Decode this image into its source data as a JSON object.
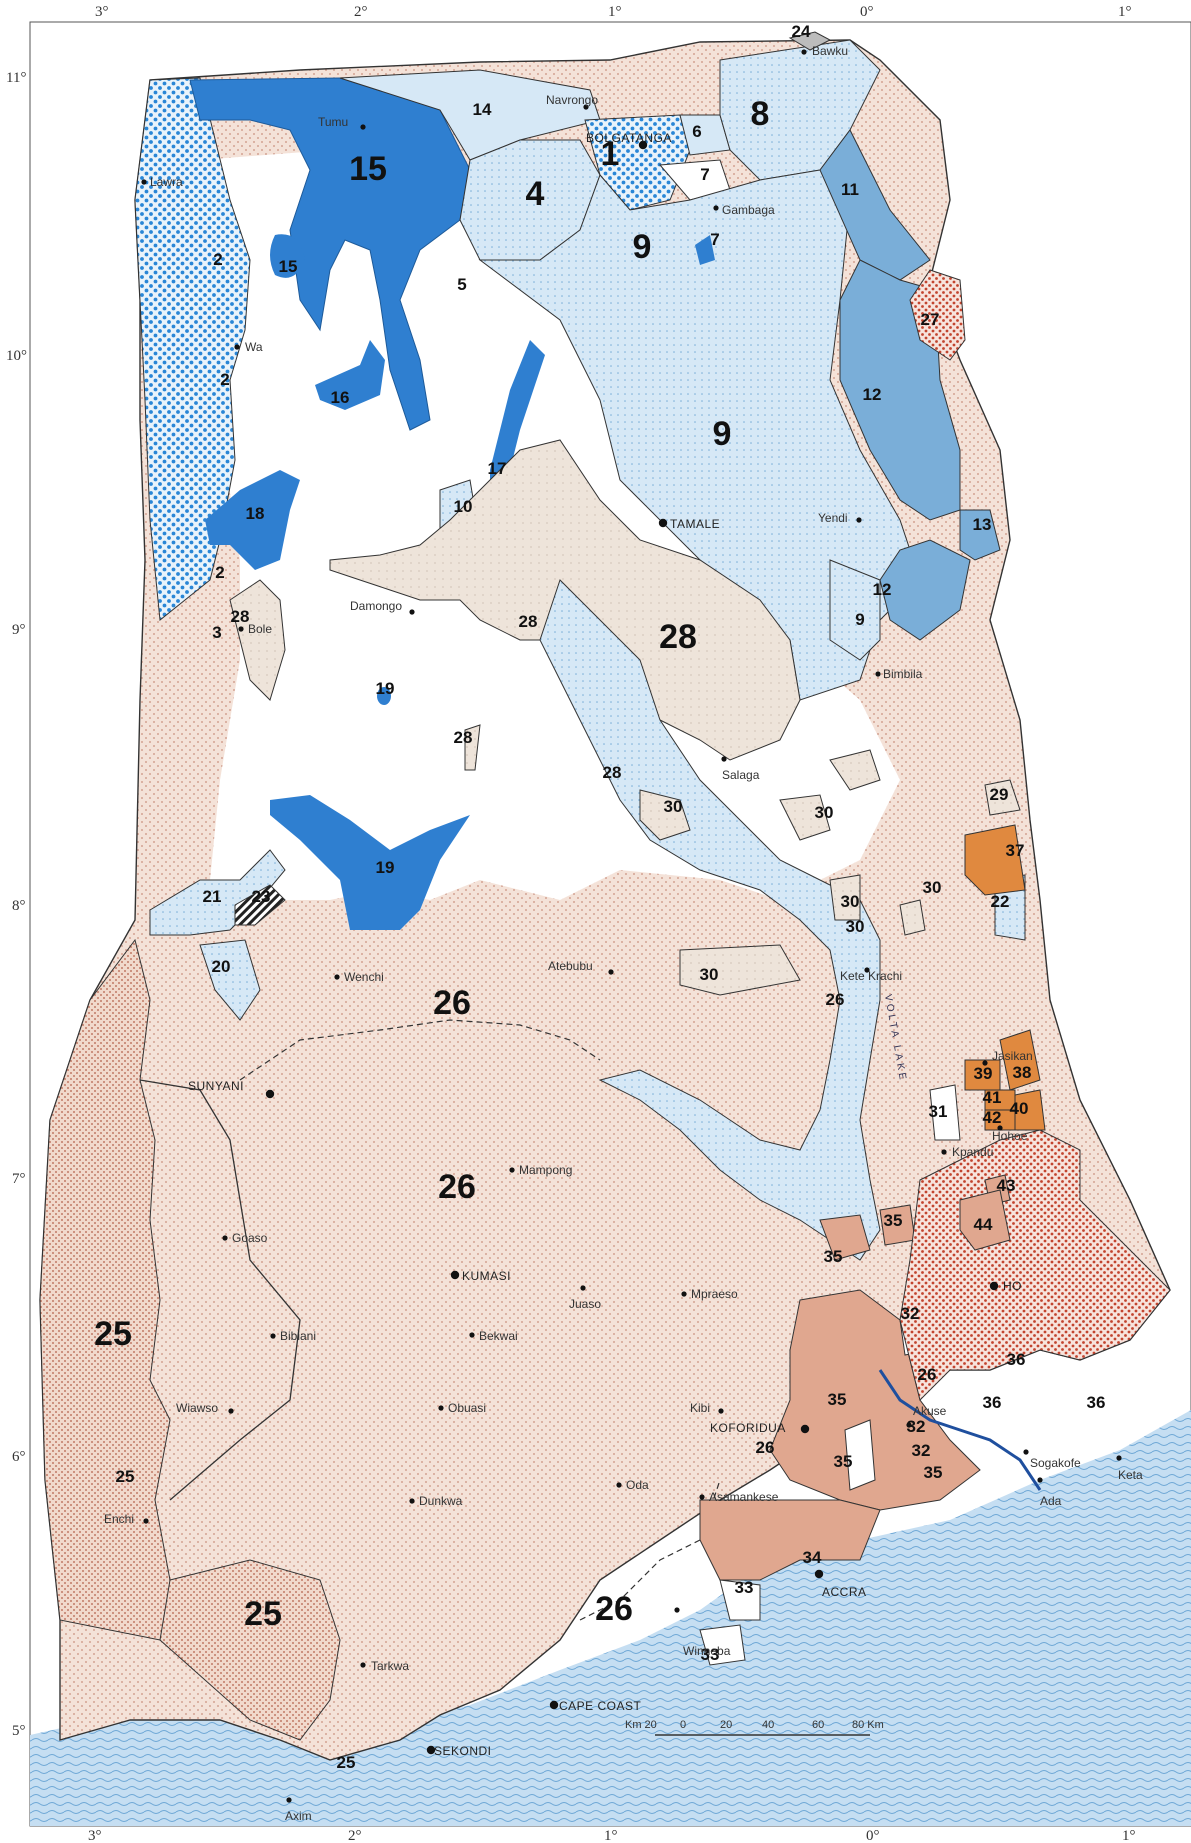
{
  "degree_labels": {
    "top": [
      "3°",
      "2°",
      "1°",
      "0°",
      "1°"
    ],
    "bottom": [
      "3°",
      "2°",
      "1°",
      "0°",
      "1°"
    ],
    "left": [
      "11°",
      "10°",
      "9°",
      "8°",
      "7°",
      "6°",
      "5°"
    ]
  },
  "zones": [
    {
      "id": "1",
      "size": "lg"
    },
    {
      "id": "2",
      "size": "sm"
    },
    {
      "id": "2",
      "size": "sm"
    },
    {
      "id": "2",
      "size": "sm"
    },
    {
      "id": "3",
      "size": "sm"
    },
    {
      "id": "4",
      "size": "lg"
    },
    {
      "id": "5",
      "size": "sm"
    },
    {
      "id": "6",
      "size": "sm"
    },
    {
      "id": "7",
      "size": "sm"
    },
    {
      "id": "7",
      "size": "sm"
    },
    {
      "id": "8",
      "size": "lg"
    },
    {
      "id": "9",
      "size": "lg"
    },
    {
      "id": "9",
      "size": "lg"
    },
    {
      "id": "9",
      "size": "sm"
    },
    {
      "id": "10",
      "size": "sm"
    },
    {
      "id": "11",
      "size": "sm"
    },
    {
      "id": "12",
      "size": "sm"
    },
    {
      "id": "12",
      "size": "sm"
    },
    {
      "id": "13",
      "size": "sm"
    },
    {
      "id": "14",
      "size": "sm"
    },
    {
      "id": "15",
      "size": "lg"
    },
    {
      "id": "15",
      "size": "sm"
    },
    {
      "id": "16",
      "size": "sm"
    },
    {
      "id": "17",
      "size": "sm"
    },
    {
      "id": "18",
      "size": "sm"
    },
    {
      "id": "19",
      "size": "sm"
    },
    {
      "id": "19",
      "size": "sm"
    },
    {
      "id": "20",
      "size": "sm"
    },
    {
      "id": "21",
      "size": "sm"
    },
    {
      "id": "22",
      "size": "sm"
    },
    {
      "id": "23",
      "size": "sm"
    },
    {
      "id": "24",
      "size": "sm"
    },
    {
      "id": "25",
      "size": "lg"
    },
    {
      "id": "25",
      "size": "sm"
    },
    {
      "id": "25",
      "size": "lg"
    },
    {
      "id": "25",
      "size": "sm"
    },
    {
      "id": "26",
      "size": "lg"
    },
    {
      "id": "26",
      "size": "lg"
    },
    {
      "id": "26",
      "size": "sm"
    },
    {
      "id": "26",
      "size": "sm"
    },
    {
      "id": "26",
      "size": "lg"
    },
    {
      "id": "26",
      "size": "sm"
    },
    {
      "id": "27",
      "size": "sm"
    },
    {
      "id": "28",
      "size": "sm"
    },
    {
      "id": "28",
      "size": "sm"
    },
    {
      "id": "28",
      "size": "lg"
    },
    {
      "id": "28",
      "size": "sm"
    },
    {
      "id": "28",
      "size": "sm"
    },
    {
      "id": "29",
      "size": "sm"
    },
    {
      "id": "30",
      "size": "sm"
    },
    {
      "id": "30",
      "size": "sm"
    },
    {
      "id": "30",
      "size": "sm"
    },
    {
      "id": "30",
      "size": "sm"
    },
    {
      "id": "30",
      "size": "sm"
    },
    {
      "id": "30",
      "size": "sm"
    },
    {
      "id": "31",
      "size": "sm"
    },
    {
      "id": "32",
      "size": "sm"
    },
    {
      "id": "32",
      "size": "sm"
    },
    {
      "id": "32",
      "size": "sm"
    },
    {
      "id": "33",
      "size": "sm"
    },
    {
      "id": "33",
      "size": "sm"
    },
    {
      "id": "34",
      "size": "sm"
    },
    {
      "id": "35",
      "size": "sm"
    },
    {
      "id": "35",
      "size": "sm"
    },
    {
      "id": "35",
      "size": "sm"
    },
    {
      "id": "35",
      "size": "sm"
    },
    {
      "id": "35",
      "size": "sm"
    },
    {
      "id": "36",
      "size": "sm"
    },
    {
      "id": "36",
      "size": "sm"
    },
    {
      "id": "36",
      "size": "sm"
    },
    {
      "id": "37",
      "size": "sm"
    },
    {
      "id": "38",
      "size": "sm"
    },
    {
      "id": "39",
      "size": "sm"
    },
    {
      "id": "40",
      "size": "sm"
    },
    {
      "id": "41",
      "size": "sm"
    },
    {
      "id": "42",
      "size": "sm"
    },
    {
      "id": "43",
      "size": "sm"
    },
    {
      "id": "44",
      "size": "sm"
    }
  ],
  "towns": [
    {
      "name": "Bawku",
      "kind": "town"
    },
    {
      "name": "Navrongo",
      "kind": "town"
    },
    {
      "name": "BOLGATANGA",
      "kind": "capital"
    },
    {
      "name": "Tumu",
      "kind": "town"
    },
    {
      "name": "Lawra",
      "kind": "town"
    },
    {
      "name": "Gambaga",
      "kind": "town"
    },
    {
      "name": "Wa",
      "kind": "town"
    },
    {
      "name": "TAMALE",
      "kind": "capital"
    },
    {
      "name": "Yendi",
      "kind": "town"
    },
    {
      "name": "Damongo",
      "kind": "town"
    },
    {
      "name": "Bole",
      "kind": "town"
    },
    {
      "name": "Bimbila",
      "kind": "town"
    },
    {
      "name": "Salaga",
      "kind": "town"
    },
    {
      "name": "Wenchi",
      "kind": "town"
    },
    {
      "name": "Atebubu",
      "kind": "town"
    },
    {
      "name": "Kete Krachi",
      "kind": "town"
    },
    {
      "name": "SUNYANI",
      "kind": "capital"
    },
    {
      "name": "Jasikan",
      "kind": "town"
    },
    {
      "name": "Hohoe",
      "kind": "town"
    },
    {
      "name": "Mampong",
      "kind": "town"
    },
    {
      "name": "Kpandu",
      "kind": "town"
    },
    {
      "name": "Goaso",
      "kind": "town"
    },
    {
      "name": "KUMASI",
      "kind": "capital"
    },
    {
      "name": "Juaso",
      "kind": "town"
    },
    {
      "name": "Mpraeso",
      "kind": "town"
    },
    {
      "name": "HO",
      "kind": "capital"
    },
    {
      "name": "Bibiani",
      "kind": "town"
    },
    {
      "name": "Bekwai",
      "kind": "town"
    },
    {
      "name": "Akuse",
      "kind": "town"
    },
    {
      "name": "Obuasi",
      "kind": "town"
    },
    {
      "name": "Wiawso",
      "kind": "town"
    },
    {
      "name": "Kibi",
      "kind": "town"
    },
    {
      "name": "KOFORIDUA",
      "kind": "capital"
    },
    {
      "name": "Dunkwa",
      "kind": "town"
    },
    {
      "name": "Oda",
      "kind": "town"
    },
    {
      "name": "Asamankese",
      "kind": "town"
    },
    {
      "name": "Sogakofe",
      "kind": "town"
    },
    {
      "name": "Keta",
      "kind": "town"
    },
    {
      "name": "Ada",
      "kind": "town"
    },
    {
      "name": "Enchi",
      "kind": "town"
    },
    {
      "name": "ACCRA",
      "kind": "capital"
    },
    {
      "name": "Winneba",
      "kind": "town"
    },
    {
      "name": "Tarkwa",
      "kind": "town"
    },
    {
      "name": "CAPE COAST",
      "kind": "capital"
    },
    {
      "name": "SEKONDI",
      "kind": "capital"
    },
    {
      "name": "Axim",
      "kind": "town"
    }
  ],
  "lake_label": "VOLTA LAKE",
  "scale_bar": {
    "labels": [
      "Km 20",
      "0",
      "20",
      "40",
      "60",
      "80 Km"
    ]
  },
  "colors": {
    "dark_blue": "#2f7fd0",
    "light_blue": "#cfe4f4",
    "blue_dot": "#2a86d6",
    "beige": "#eee4da",
    "pink": "#f3ddd2",
    "pink_dot": "#c98f7e",
    "salmon": "#e0a78f",
    "orange": "#e0893f",
    "red_dot": "#c2442e",
    "sea": "#bcdaf0",
    "wave": "#6fa8d6",
    "river": "#1f4f9e"
  }
}
